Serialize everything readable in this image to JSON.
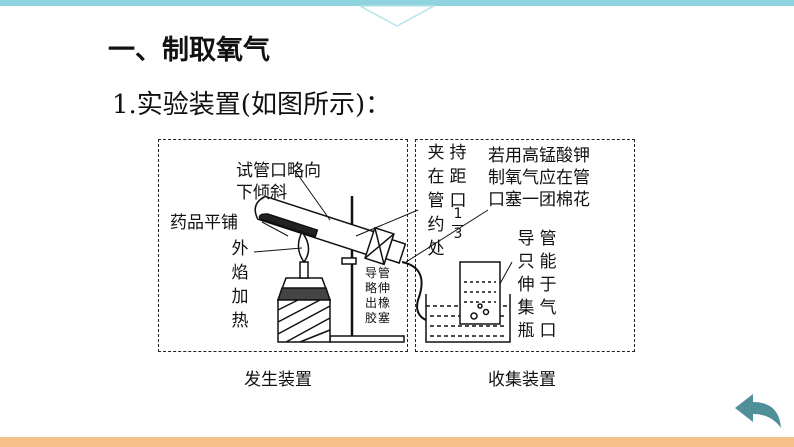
{
  "heading": "一、制取氧气",
  "subheading": "1.实验装置(如图所示)：",
  "labels": {
    "tube_tilt": [
      "试管口略向",
      "下倾斜"
    ],
    "spread_evenly": "药品平铺",
    "outer_flame": [
      "外",
      "焰",
      "加",
      "热"
    ],
    "tube_outlet": [
      "导",
      "管",
      "略",
      "伸",
      "出",
      "橡",
      "胶",
      "塞"
    ],
    "clamp_1": [
      "夹",
      "在",
      "管",
      "约",
      "处"
    ],
    "clamp_2": [
      "持",
      "距",
      "口"
    ],
    "frac_num": "1",
    "frac_den": "3",
    "kmno4": [
      "若用高锰酸钾",
      "制氧气应在管",
      "口塞一团棉花"
    ],
    "gas_tube": [
      "导",
      "只",
      "伸",
      "集",
      "瓶"
    ],
    "gas_tube_2": [
      "管",
      "能",
      "于",
      "气",
      "口"
    ]
  },
  "captions": {
    "left": "发生装置",
    "right": "收集装置"
  },
  "colors": {
    "top_bar": "#8fd3e0",
    "bottom_bar": "#f5c08a",
    "back_button": "#4f8f9a"
  },
  "icons": {
    "back": "back-arrow-icon"
  }
}
